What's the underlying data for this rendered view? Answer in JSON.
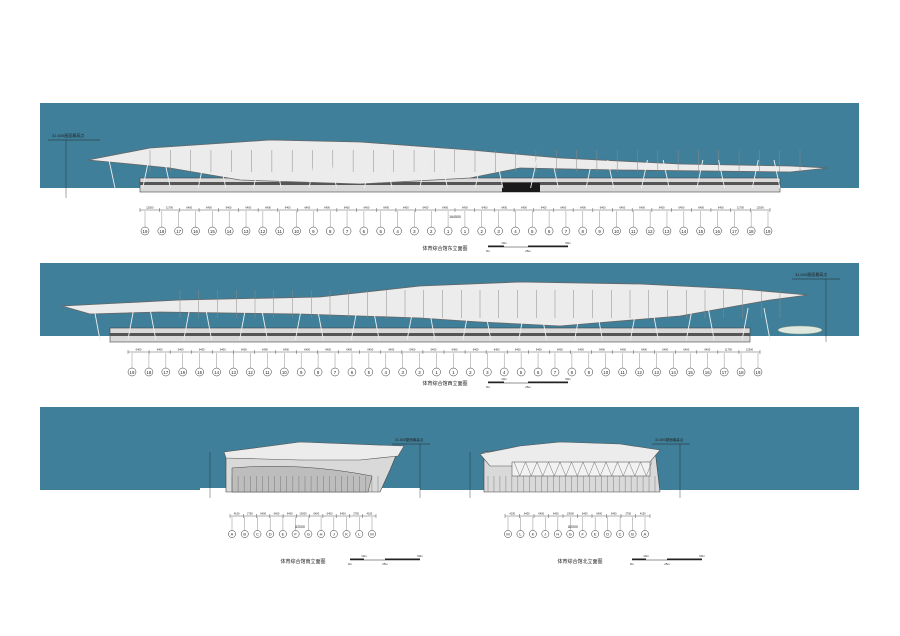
{
  "colors": {
    "sky": "#3f7f99",
    "roof": "#ececec",
    "roof_line": "#8a8a8a",
    "facade": "#d9d9d9",
    "facade_dark": "#2a2a2a",
    "dim_line": "#333333",
    "paper": "#ffffff"
  },
  "elevations": [
    {
      "id": "east",
      "title": "体育综合馆东立面图",
      "level_label": "31.600屋面最高点",
      "dims": [
        "12500",
        "11700",
        "6400",
        "6400",
        "6400",
        "6400",
        "6400",
        "6400",
        "6400",
        "6400",
        "6400",
        "6400",
        "6400",
        "6400",
        "6400",
        "6400",
        "6400",
        "6400",
        "6400",
        "6400",
        "6400",
        "6400",
        "6400",
        "6400",
        "6400",
        "6400",
        "6400",
        "6400",
        "6400",
        "6400",
        "11700",
        "12500"
      ],
      "total": "164500",
      "axes": [
        "19",
        "18",
        "17",
        "16",
        "15",
        "14",
        "13",
        "12",
        "11",
        "10",
        "9",
        "8",
        "7",
        "6",
        "5",
        "4",
        "3",
        "2",
        "1",
        "1",
        "2",
        "3",
        "4",
        "5",
        "6",
        "7",
        "8",
        "9",
        "10",
        "11",
        "12",
        "13",
        "14",
        "15",
        "16",
        "17",
        "18",
        "19"
      ],
      "scale": [
        "0m",
        "10m",
        "25m",
        "50m"
      ]
    },
    {
      "id": "west",
      "title": "体育综合馆西立面图",
      "level_label": "31.600屋面最高点",
      "dims": [
        "6400",
        "6400",
        "6400",
        "6400",
        "6400",
        "6400",
        "6400",
        "6400",
        "6400",
        "6400",
        "6400",
        "6400",
        "6400",
        "6400",
        "6400",
        "6400",
        "6400",
        "6400",
        "6400",
        "6400",
        "6400",
        "6400",
        "6400",
        "6400",
        "6400",
        "6400",
        "6400",
        "6400",
        "11700",
        "12500"
      ],
      "total": "164500",
      "axes": [
        "19",
        "18",
        "17",
        "16",
        "15",
        "14",
        "13",
        "12",
        "11",
        "10",
        "9",
        "8",
        "7",
        "6",
        "5",
        "4",
        "3",
        "2",
        "1",
        "1",
        "2",
        "3",
        "4",
        "5",
        "6",
        "7",
        "8",
        "9",
        "10",
        "11",
        "12",
        "13",
        "14",
        "15",
        "16",
        "17",
        "18",
        "19"
      ],
      "scale": [
        "0m",
        "10m",
        "25m",
        "50m"
      ]
    },
    {
      "id": "south",
      "title": "体育综合馆南立面图",
      "level_label": "31.600屋面最高点",
      "dims": [
        "4150",
        "2750",
        "6400",
        "6400",
        "6400",
        "13000",
        "6400",
        "6400",
        "6400",
        "2750",
        "4150"
      ],
      "total": "82000",
      "axes": [
        "A",
        "B",
        "C",
        "D",
        "E",
        "F",
        "G",
        "H",
        "J",
        "K",
        "L",
        "M"
      ],
      "scale": [
        "0m",
        "10m",
        "25m",
        "50m"
      ]
    },
    {
      "id": "north",
      "title": "体育综合馆北立面图",
      "level_label": "31.600屋面最高点",
      "dims": [
        "4150",
        "6400",
        "6400",
        "6400",
        "13000",
        "6400",
        "6400",
        "6400",
        "2750",
        "4150"
      ],
      "total": "82000",
      "axes": [
        "M",
        "L",
        "K",
        "J",
        "H",
        "G",
        "F",
        "E",
        "D",
        "C",
        "B",
        "A"
      ],
      "scale": [
        "0m",
        "10m",
        "25m",
        "50m"
      ]
    }
  ]
}
